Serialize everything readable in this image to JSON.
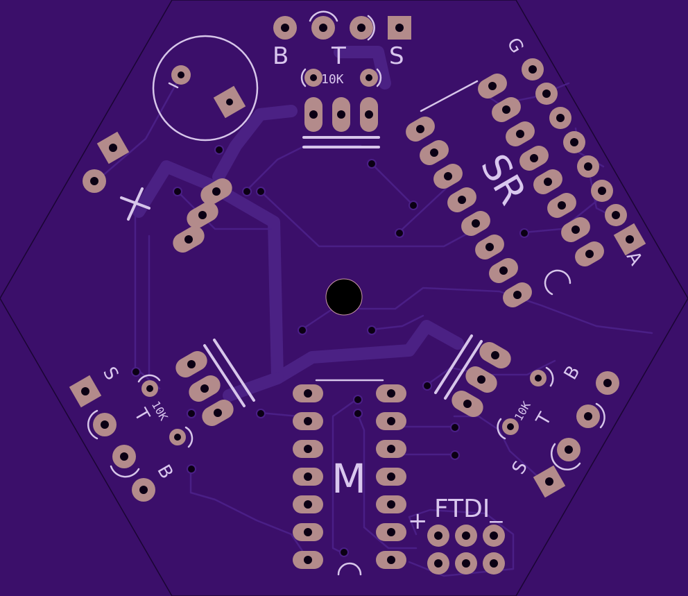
{
  "colors": {
    "board": "#3b0f6a",
    "copper_pad": "#b38b8b",
    "silkscreen": "#d7c6ea",
    "trace": "#4a1f86",
    "drill": "#0b0014"
  },
  "silkscreen": {
    "top_header": {
      "b": "B",
      "t": "T",
      "s": "S"
    },
    "top_resistor": "10K",
    "shift_register": "SR",
    "sr_header_top": "G",
    "sr_header_bottom": "A",
    "left_header": {
      "s": "S",
      "t": "T",
      "b": "B"
    },
    "left_resistor": "10K",
    "right_header": {
      "b": "B",
      "t": "T",
      "s": "S"
    },
    "right_resistor": "10K",
    "micro": "M",
    "ftdi": "FTDI_",
    "plus": "+"
  }
}
